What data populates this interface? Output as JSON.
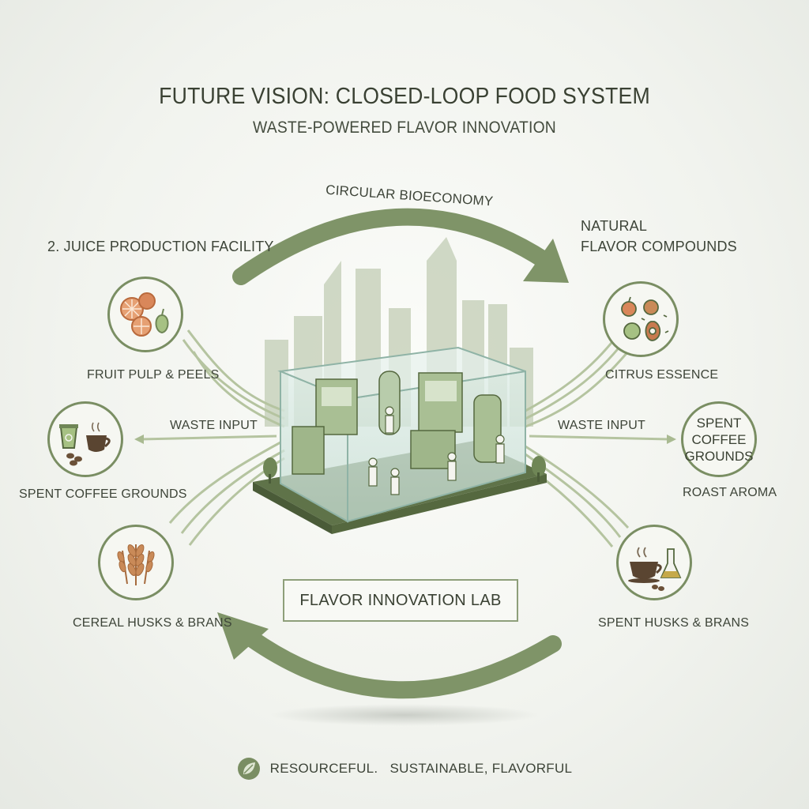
{
  "header": {
    "title": "FUTURE VISION: CLOSED-LOOP FOOD SYSTEM",
    "subtitle": "WASTE-POWERED FLAVOR INNOVATION"
  },
  "loop": {
    "top_label": "CIRCULAR BIOECONOMY"
  },
  "left": {
    "heading": "2. JUICE PRODUCTION FACILITY",
    "flow_label": "WASTE INPUT",
    "items": [
      {
        "label": "FRUIT PULP & PEELS",
        "icon": "fruit-peels-icon"
      },
      {
        "label": "SPENT COFFEE GROUNDS",
        "icon": "coffee-grounds-icon"
      },
      {
        "label": "CEREAL HUSKS & BRANS",
        "icon": "wheat-icon"
      }
    ]
  },
  "right": {
    "heading_line1": "NATURAL",
    "heading_line2": "FLAVOR COMPOUNDS",
    "flow_label": "WASTE INPUT",
    "items": [
      {
        "label": "CITRUS ESSENCE",
        "icon": "fruits-vegetables-icon"
      },
      {
        "label": "ROAST AROMA",
        "circle_text": "SPENT\nCOFFEE\nGROUNDS"
      },
      {
        "label": "SPENT HUSKS & BRANS",
        "icon": "coffee-cup-beaker-icon"
      }
    ]
  },
  "center": {
    "lab_label": "FLAVOR INNOVATION LAB"
  },
  "footer": {
    "tagline": "RESOURCEFUL.   SUSTAINABLE, FLAVORFUL",
    "icon": "leaf-icon"
  },
  "colors": {
    "accent_green": "#7a8e63",
    "flow_green": "#a9ba91",
    "text_dark": "#3a4133",
    "peel_orange": "#d9875a"
  }
}
